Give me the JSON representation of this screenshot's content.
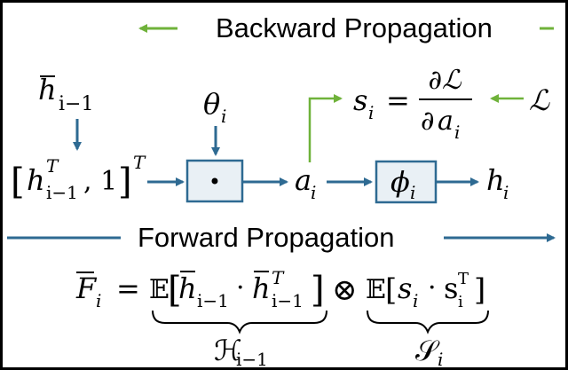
{
  "colors": {
    "forward": "#2e6a92",
    "backward": "#6fb23a",
    "box_fill": "#e9f0f5",
    "frame": "#000000",
    "text": "#000000"
  },
  "backward": {
    "label": "Backward Propagation"
  },
  "forward": {
    "label": "Forward Propagation"
  },
  "nodes": {
    "hbar_base": "h",
    "hbar_sub": "i−1",
    "concat_open": "[",
    "concat_h": "h",
    "concat_sup": "T",
    "concat_sub": "i−1",
    "concat_rest": ", 1",
    "concat_close": "]",
    "concat_outer_sup": "T",
    "theta_base": "θ",
    "theta_sub": "i",
    "dot_op": "•",
    "a_base": "a",
    "a_sub": "i",
    "phi_base": "ϕ",
    "phi_sub": "i",
    "h_out_base": "h",
    "h_out_sub": "i",
    "s_base": "s",
    "s_sub": "i",
    "equals": "=",
    "frac_num": "∂ℒ",
    "frac_den_partial": "∂",
    "frac_den_a": "a",
    "frac_den_sub": "i",
    "loss_symbol": "ℒ"
  },
  "formula": {
    "F_base": "F",
    "F_sub": "i",
    "equals": "=",
    "E1": "𝔼",
    "h1": "h",
    "h1_sub": "i−1",
    "dot1": "·",
    "h2": "h",
    "h2_sup": "T",
    "h2_sub": "i−1",
    "otimes": "⊗",
    "E2": "𝔼",
    "bracket2_open": "[",
    "s": "s",
    "s_sub": "i",
    "dot2": "·",
    "s2": "s",
    "s2_sup": "T",
    "s2_sub": "i",
    "bracket2_close": "]",
    "H_label": "ℋ",
    "H_sub": "i−1",
    "S_label": "𝒮",
    "S_sub": "i"
  }
}
